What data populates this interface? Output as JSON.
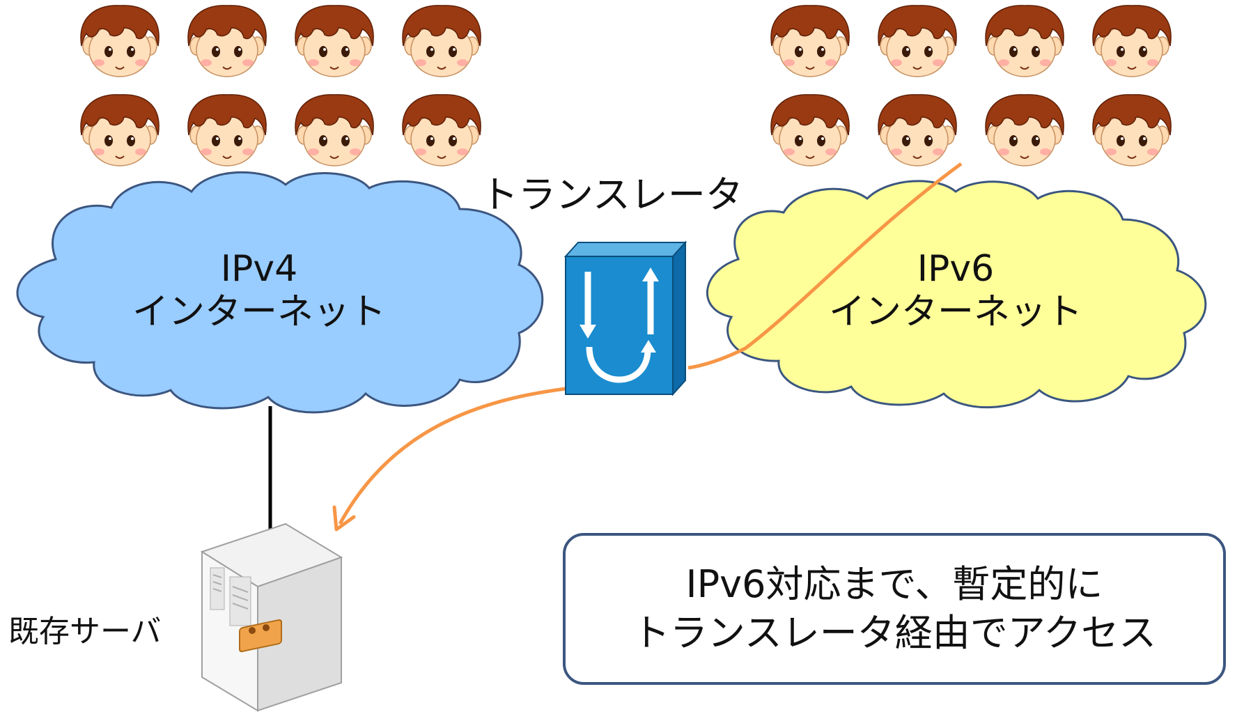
{
  "translator": {
    "title": "トランスレータ"
  },
  "clouds": {
    "ipv4": {
      "line1": "IPv4",
      "line2": "インターネット"
    },
    "ipv6": {
      "line1": "IPv6",
      "line2": "インターネット"
    }
  },
  "server": {
    "label": "既存サーバ"
  },
  "callout": {
    "line1": "IPv6対応まで、暫定的に",
    "line2": "トランスレータ経由でアクセス"
  },
  "colors": {
    "ipv4_cloud": "#99ccff",
    "ipv6_cloud": "#ffff99",
    "cloud_outline": "#3b5680",
    "traffic_path": "#f79646",
    "translator_box": "#1a8ccf",
    "callout_border": "#3b5680"
  },
  "icons": {
    "users": "user-face-icon",
    "translator": "translator-device-icon",
    "server": "server-icon"
  }
}
